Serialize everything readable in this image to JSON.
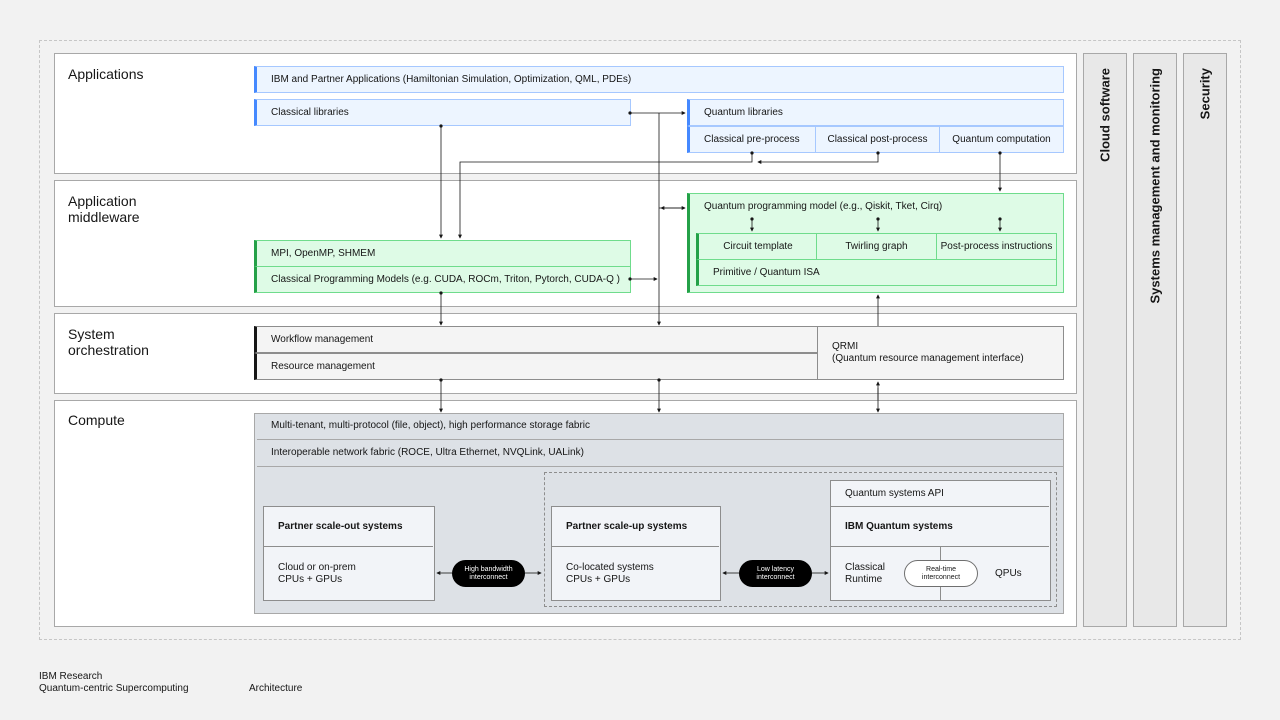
{
  "layers": {
    "applications": "Applications",
    "middleware": "Application\nmiddleware",
    "orchestration": "System\norchestration",
    "compute": "Compute"
  },
  "side": {
    "cloud": "Cloud software",
    "sysmgmt": "Systems management and monitoring",
    "security": "Security"
  },
  "apps": {
    "ibm_partner": "IBM and Partner Applications (Hamiltonian Simulation, Optimization, QML, PDEs)",
    "classical_libs": "Classical libraries",
    "quantum_libs": "Quantum libraries",
    "pre_process": "Classical pre-process",
    "post_process": "Classical post-process",
    "quantum_computation": "Quantum computation"
  },
  "middleware": {
    "qpm": "Quantum programming model (e.g., Qiskit, Tket, Cirq)",
    "circuit_template": "Circuit template",
    "twirling_graph": "Twirling graph",
    "post_process_instr": "Post-process instructions",
    "primitive": "Primitive / Quantum ISA",
    "mpi": "MPI, OpenMP, SHMEM",
    "classical_models": "Classical Programming Models (e.g. CUDA, ROCm, Triton, Pytorch, CUDA-Q )"
  },
  "orchestration": {
    "workflow": "Workflow management",
    "resource": "Resource management",
    "qrmi": "QRMI\n(Quantum resource management interface)"
  },
  "compute": {
    "storage": "Multi-tenant, multi-protocol (file, object), high performance storage fabric",
    "network": "Interoperable network fabric (ROCE, Ultra Ethernet, NVQLink, UALink)",
    "scale_out_title": "Partner scale-out systems",
    "scale_out_body": "Cloud or on-prem\nCPUs + GPUs",
    "high_bw": "High bandwidth\ninterconnect",
    "scale_up_title": "Partner scale-up systems",
    "scale_up_body": "Co-located systems\nCPUs + GPUs",
    "low_latency": "Low latency\ninterconnect",
    "qs_api": "Quantum systems API",
    "ibm_qs": "IBM Quantum systems",
    "classical_runtime": "Classical\nRuntime",
    "realtime": "Real-time\ninterconnect",
    "qpus": "QPUs"
  },
  "footer": {
    "org": "IBM Research\nQuantum-centric Supercomputing",
    "page": "Architecture"
  }
}
